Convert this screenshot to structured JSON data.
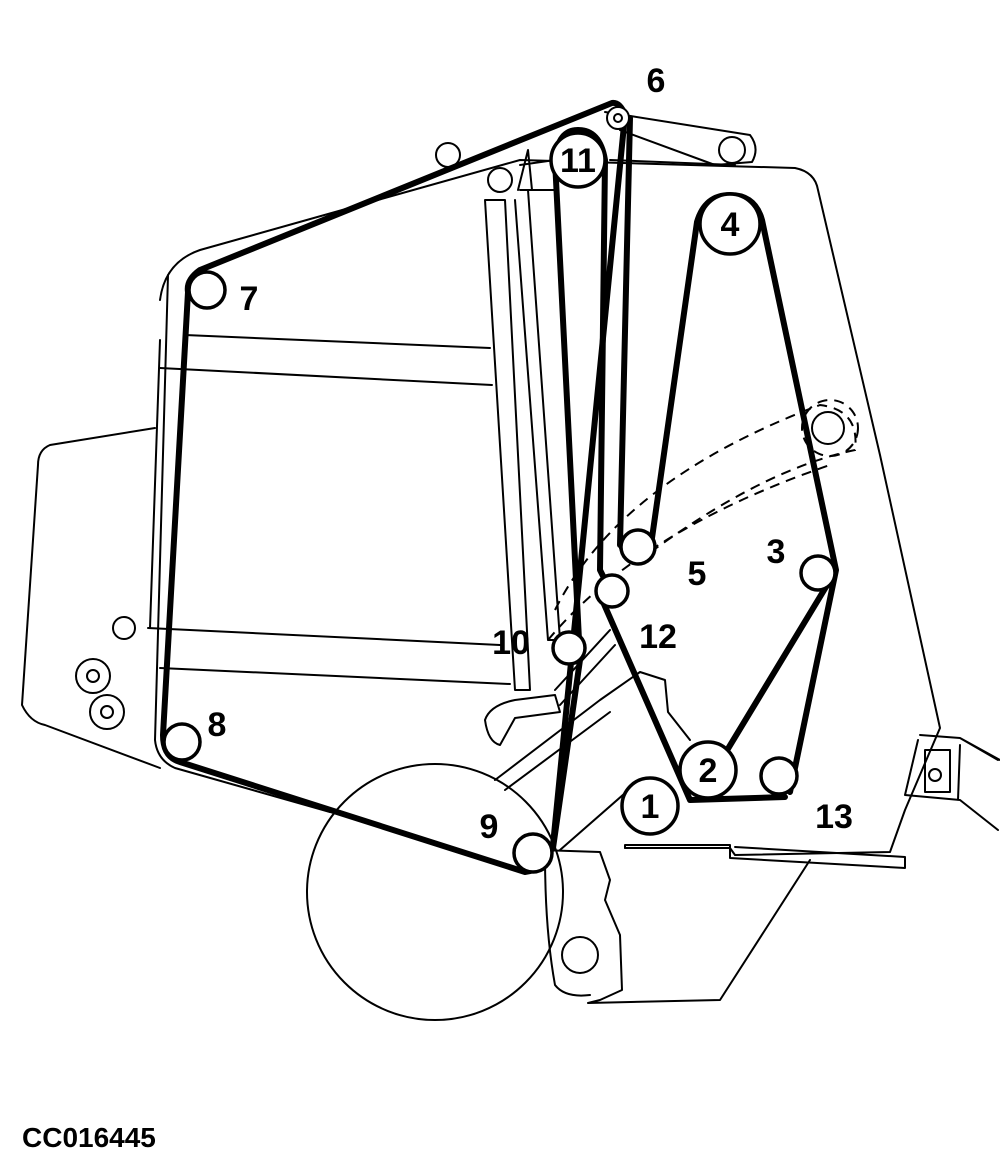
{
  "figure": {
    "id": "CC016445"
  },
  "rollers": [
    {
      "id": "1",
      "label": "1"
    },
    {
      "id": "2",
      "label": "2"
    },
    {
      "id": "3",
      "label": "3"
    },
    {
      "id": "4",
      "label": "4"
    },
    {
      "id": "5",
      "label": "5"
    },
    {
      "id": "6",
      "label": "6"
    },
    {
      "id": "7",
      "label": "7"
    },
    {
      "id": "8",
      "label": "8"
    },
    {
      "id": "9",
      "label": "9"
    },
    {
      "id": "10",
      "label": "10"
    },
    {
      "id": "11",
      "label": "11"
    },
    {
      "id": "12",
      "label": "12"
    },
    {
      "id": "13",
      "label": "13"
    }
  ]
}
